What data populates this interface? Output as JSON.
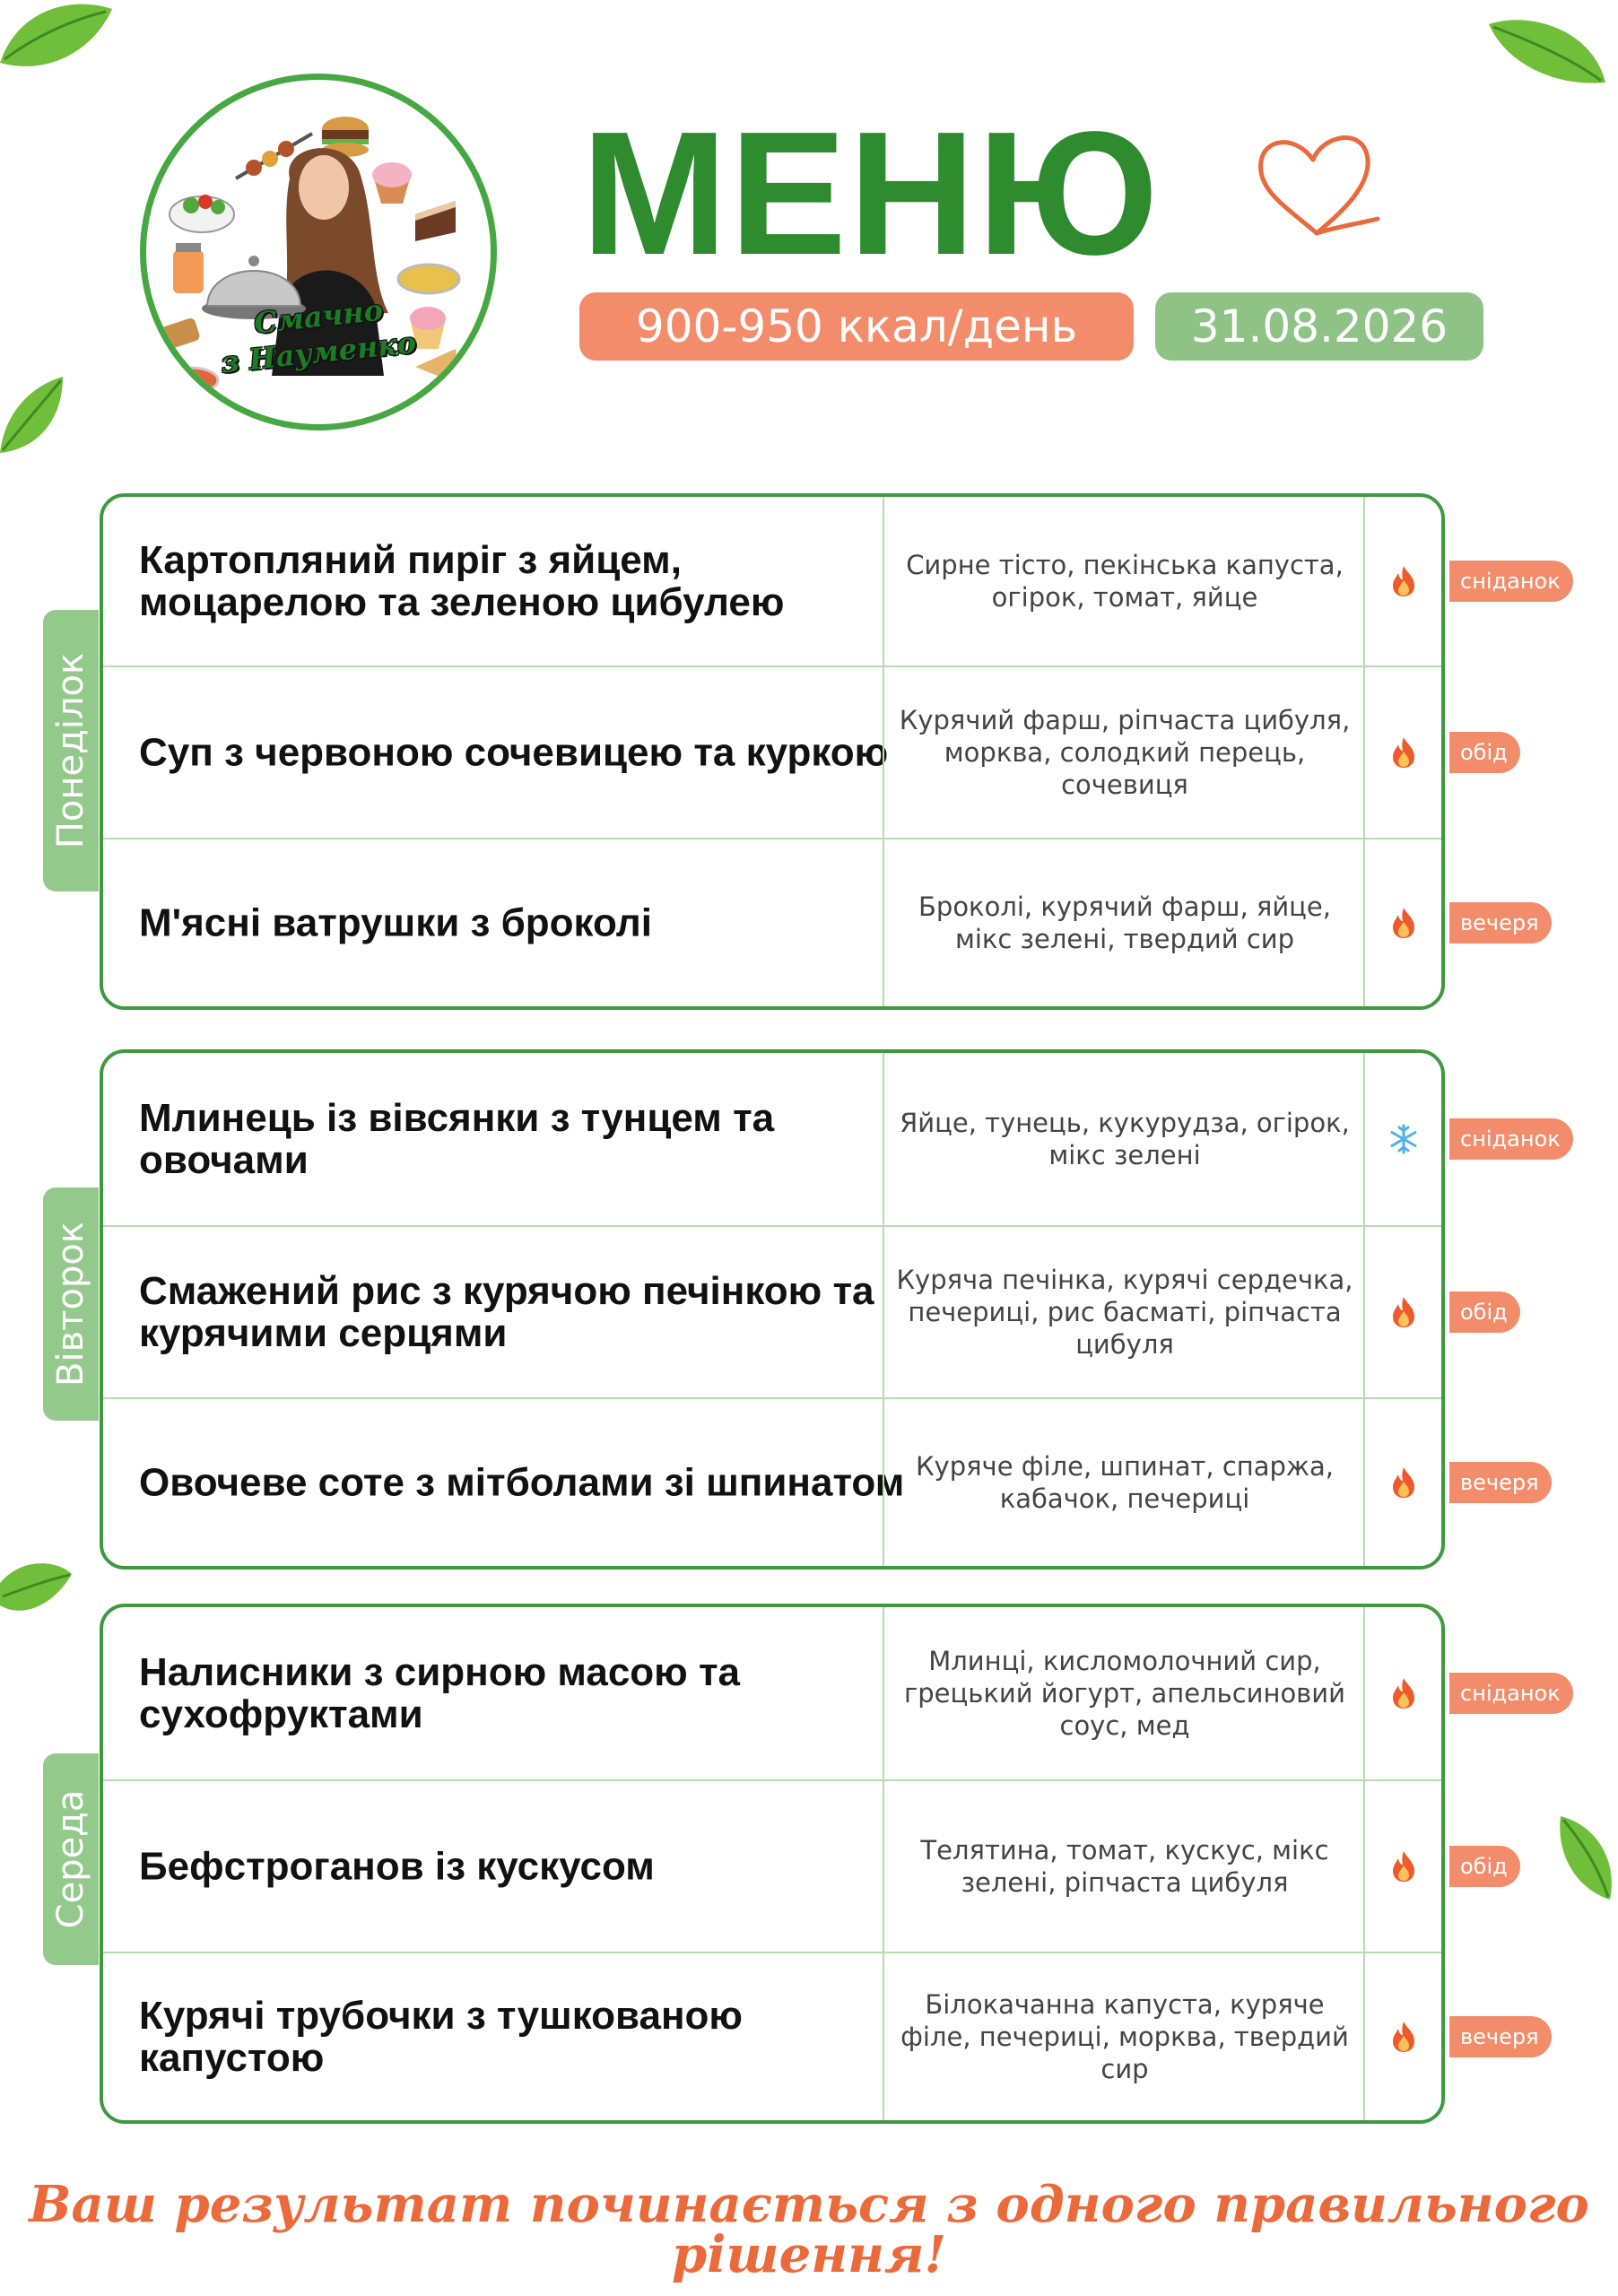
{
  "header": {
    "title": "МЕНЮ",
    "calories": "900-950 ккал/день",
    "date": "31.08.2026",
    "logo_lines": [
      "Смачно",
      "з Науменко"
    ]
  },
  "colors": {
    "green": "#2e8b2e",
    "border_green": "#3f9a3f",
    "tab_green": "#93c98b",
    "orange": "#f38c6b"
  },
  "days": [
    {
      "name": "Понеділок",
      "meals": [
        {
          "dish": "Картопляний пиріг з яйцем, моцарелою та зеленою цибулею",
          "ingredients": "Сирне тісто, пекінська капуста, огірок, томат, яйце",
          "icon": "fire-icon",
          "meal": "сніданок"
        },
        {
          "dish": "Суп з червоною сочевицею та куркою",
          "ingredients": "Курячий фарш, ріпчаста цибуля, морква, солодкий перець, сочевиця",
          "icon": "fire-icon",
          "meal": "обід"
        },
        {
          "dish": "М'ясні ватрушки з броколі",
          "ingredients": "Броколі, курячий фарш, яйце, мікс зелені, твердий сир",
          "icon": "fire-icon",
          "meal": "вечеря"
        }
      ]
    },
    {
      "name": "Вівторок",
      "meals": [
        {
          "dish": "Млинець із вівсянки з тунцем та овочами",
          "ingredients": "Яйце, тунець, кукурудза, огірок, мікс зелені",
          "icon": "snowflake-icon",
          "meal": "сніданок"
        },
        {
          "dish": "Смажений рис з курячою печінкою та курячими серцями",
          "ingredients": "Куряча печінка, курячі сердечка, печериці, рис басматі, ріпчаста цибуля",
          "icon": "fire-icon",
          "meal": "обід"
        },
        {
          "dish": "Овочеве соте з мітболами зі шпинатом",
          "ingredients": "Куряче філе, шпинат, спаржа, кабачок, печериці",
          "icon": "fire-icon",
          "meal": "вечеря"
        }
      ]
    },
    {
      "name": "Середа",
      "meals": [
        {
          "dish": "Налисники з сирною масою та сухофруктами",
          "ingredients": "Млинці, кисломолочний сир, грецький йогурт, апельсиновий соус, мед",
          "icon": "fire-icon",
          "meal": "сніданок"
        },
        {
          "dish": "Бефстроганов із кускусом",
          "ingredients": "Телятина, томат, кускус, мікс зелені, ріпчаста цибуля",
          "icon": "fire-icon",
          "meal": "обід"
        },
        {
          "dish": "Курячі трубочки з тушкованою капустою",
          "ingredients": "Білокачанна капуста, куряче філе, печериці, морква, твердий сир",
          "icon": "fire-icon",
          "meal": "вечеря"
        }
      ]
    }
  ],
  "footer": {
    "slogan": "Ваш результат починається з одного правильного рішення!"
  }
}
